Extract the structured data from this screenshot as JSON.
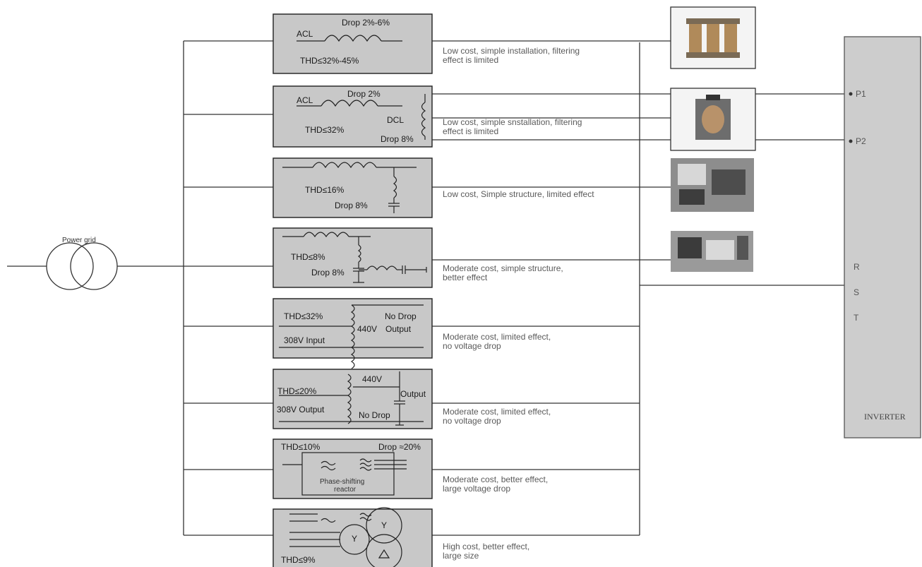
{
  "power_grid": {
    "label": "Power grid"
  },
  "filters": [
    {
      "labels": {
        "drop": "Drop 2%-6%",
        "acl": "ACL",
        "thd": "THD≤32%-45%"
      },
      "description": [
        "Low cost, simple installation, filtering",
        "effect is limited"
      ]
    },
    {
      "labels": {
        "drop": "Drop 2%",
        "acl": "ACL",
        "dcl": "DCL",
        "thd": "THD≤32%",
        "drop2": "Drop 8%"
      },
      "description": [
        "Low cost, simple snstallation, filtering",
        "effect is limited"
      ]
    },
    {
      "labels": {
        "thd": "THD≤16%",
        "drop": "Drop 8%"
      },
      "description": [
        "Low cost, Simple structure, limited effect"
      ]
    },
    {
      "labels": {
        "thd": "THD≤8%",
        "drop": "Drop 8%"
      },
      "description": [
        "Moderate cost, simple structure,",
        "better effect"
      ]
    },
    {
      "labels": {
        "thd": "THD≤32%",
        "nodrop": "No Drop",
        "v440": "440V",
        "output": "Output",
        "input": "308V Input"
      },
      "description": [
        "Moderate cost, limited effect,",
        "no voltage drop"
      ]
    },
    {
      "labels": {
        "v440": "440V",
        "thd": "THD≤20%",
        "output": "Output",
        "out308": "308V Output",
        "nodrop": "No Drop"
      },
      "description": [
        "Moderate cost, limited effect,",
        "no voltage drop"
      ]
    },
    {
      "labels": {
        "thd": "THD≤10%",
        "drop": "Drop ≈20%",
        "reactor1": "Phase-shifting",
        "reactor2": "reactor"
      },
      "description": [
        "Moderate cost, better effect,",
        "large voltage drop"
      ]
    },
    {
      "labels": {
        "thd": "THD≤9%"
      },
      "description": [
        "High cost, better effect,",
        "large size"
      ]
    }
  ],
  "inverter": {
    "label": "INVERTER",
    "terminals": [
      "P1",
      "P2",
      "R",
      "S",
      "T"
    ]
  },
  "colors": {
    "box_fill": "#c8c8c8",
    "line": "#333333",
    "inverter_fill": "#cdcdcd"
  },
  "icons": [
    "three-phase-reactor-photo",
    "dc-reactor-photo",
    "passive-filter-photo",
    "lc-filter-photo"
  ]
}
